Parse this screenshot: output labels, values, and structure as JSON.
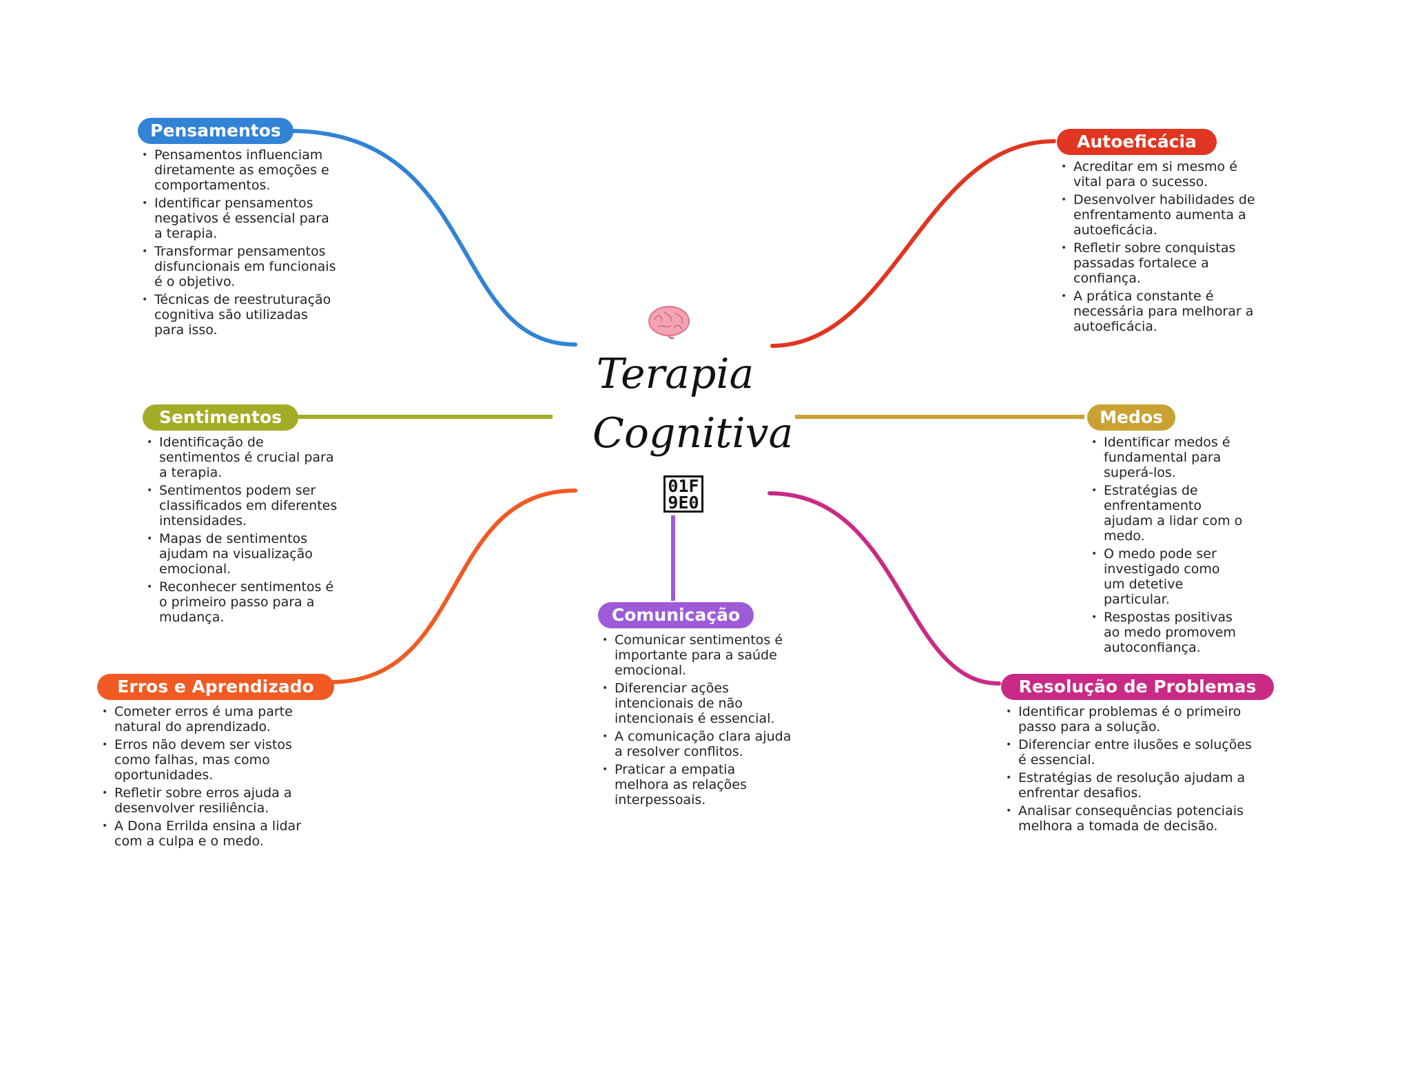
{
  "central": {
    "title_line1": "Terapia",
    "title_line2": "Cognitiva",
    "brain_icon": "brain-icon",
    "glyph_line1": "01F",
    "glyph_line2": "9E0"
  },
  "branches": [
    {
      "id": "pensamentos",
      "label": "Pensamentos",
      "color": "#3183d6",
      "items": [
        "Pensamentos influenciam diretamente as emoções e comportamentos.",
        "Identificar pensamentos negativos é essencial para a terapia.",
        "Transformar pensamentos disfuncionais em funcionais é o objetivo.",
        "Técnicas de reestruturação cognitiva são utilizadas para isso."
      ]
    },
    {
      "id": "sentimentos",
      "label": "Sentimentos",
      "color": "#a3ac27",
      "items": [
        "Identificação de sentimentos é crucial para a terapia.",
        "Sentimentos podem ser classificados em diferentes intensidades.",
        "Mapas de sentimentos ajudam na visualização emocional.",
        "Reconhecer sentimentos é o primeiro passo para a mudança."
      ]
    },
    {
      "id": "erros",
      "label": "Erros e Aprendizado",
      "color": "#f15a22",
      "items": [
        "Cometer erros é uma parte natural do aprendizado.",
        "Erros não devem ser vistos como falhas, mas como oportunidades.",
        "Refletir sobre erros ajuda a desenvolver resiliência.",
        "A Dona Errilda ensina a lidar com a culpa e o medo."
      ]
    },
    {
      "id": "comunicacao",
      "label": "Comunicação",
      "color": "#9e5bd8",
      "items": [
        "Comunicar sentimentos é importante para a saúde emocional.",
        "Diferenciar ações intencionais de não intencionais é essencial.",
        "A comunicação clara ajuda a resolver conflitos.",
        "Praticar a empatia melhora as relações interpessoais."
      ]
    },
    {
      "id": "autoeficacia",
      "label": "Autoeficácia",
      "color": "#e03520",
      "items": [
        "Acreditar em si mesmo é vital para o sucesso.",
        "Desenvolver habilidades de enfrentamento aumenta a autoeficácia.",
        "Refletir sobre conquistas passadas fortalece a confiança.",
        "A prática constante é necessária para melhorar a autoeficácia."
      ]
    },
    {
      "id": "medos",
      "label": "Medos",
      "color": "#c9a233",
      "items": [
        "Identificar medos é fundamental para superá-los.",
        "Estratégias de enfrentamento ajudam a lidar com o medo.",
        "O medo pode ser investigado como um detetive particular.",
        "Respostas positivas ao medo promovem autoconfiança."
      ]
    },
    {
      "id": "resolucao",
      "label": "Resolução de Problemas",
      "color": "#c92a85",
      "items": [
        "Identificar problemas é o primeiro passo para a solução.",
        "Diferenciar entre ilusões e soluções é essencial.",
        "Estratégias de resolução ajudam a enfrentar desafios.",
        "Analisar consequências potenciais melhora a tomada de decisão."
      ]
    }
  ]
}
